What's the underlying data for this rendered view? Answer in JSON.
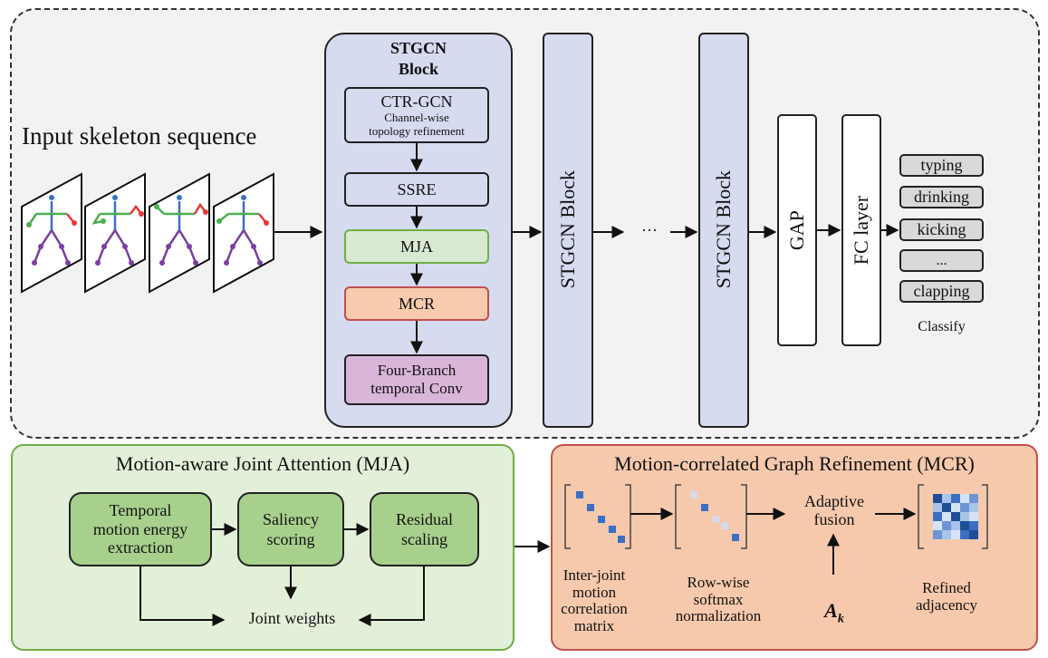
{
  "top": {
    "input_label": "Input skeleton sequence",
    "stgcn_title": "STGCN\nBlock",
    "inner_blocks": [
      {
        "main": "CTR-GCN",
        "sub": "Channel-wise\ntopology refinement"
      },
      {
        "main": "SSRE"
      },
      {
        "main": "MJA"
      },
      {
        "main": "MCR"
      },
      {
        "main": "Four-Branch\ntemporal Conv"
      }
    ],
    "stgcn_block_label": "STGCN  Block",
    "ellipsis": "···",
    "gap_label": "GAP",
    "fc_label": "FC layer",
    "classes": [
      "typing",
      "drinking",
      "kicking",
      "...",
      "clapping"
    ],
    "classify_label": "Classify"
  },
  "mja": {
    "title": "Motion-aware Joint Attention (MJA)",
    "boxes": [
      "Temporal\nmotion energy\nextraction",
      "Saliency\nscoring",
      "Residual\nscaling"
    ],
    "output": "Joint weights"
  },
  "mcr": {
    "title": "Motion-correlated Graph Refinement (MCR)",
    "captions": [
      "Inter-joint\nmotion\ncorrelation\nmatrix",
      "Row-wise\nsoftmax\nnormalization",
      "Refined\nadjacency"
    ],
    "fusion": "Adaptive\nfusion",
    "ak_base": "A",
    "ak_sub": "k"
  },
  "colors": {
    "panel_gray": "#f2f2f2",
    "stgcn_blue": "#d6dbf0",
    "mja_green": "#d9ead3",
    "mja_box_green": "#a8d08d",
    "mcr_orange": "#f8cbad",
    "mcr_border": "#c0504d",
    "mja_border": "#70ad47",
    "matrix_blue": "#3a6fc4"
  }
}
